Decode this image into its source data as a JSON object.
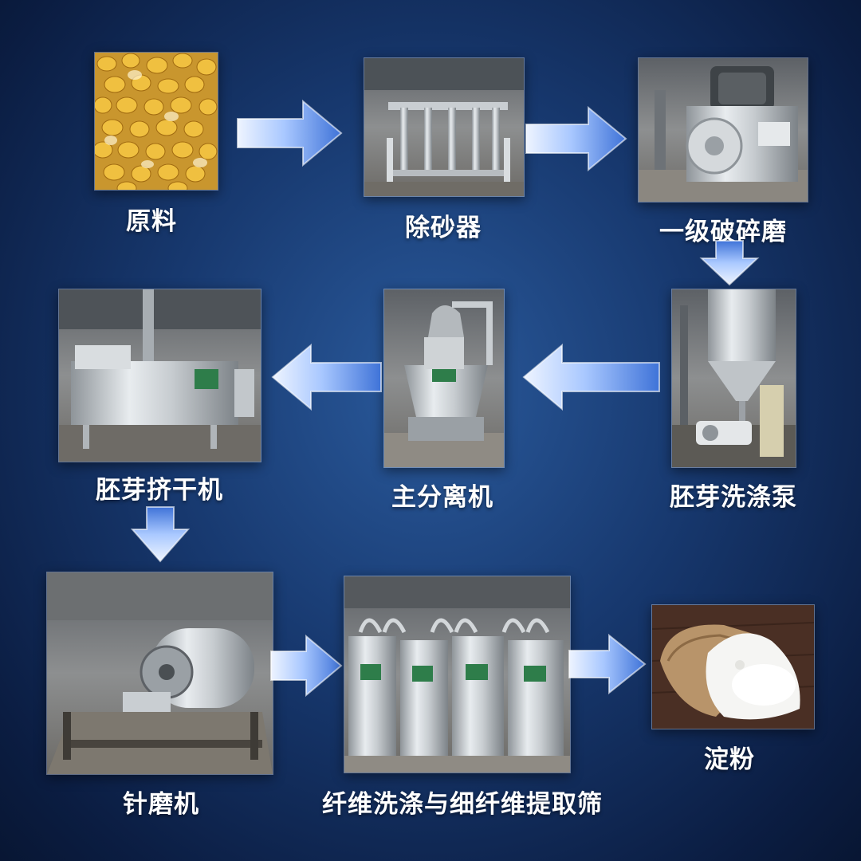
{
  "steps": [
    {
      "label": "原料",
      "image": "corn-kernels"
    },
    {
      "label": "除砂器",
      "image": "desander-machine"
    },
    {
      "label": "一级破碎磨",
      "image": "crushing-mill"
    },
    {
      "label": "胚芽洗涤泵",
      "image": "germ-washing-pump"
    },
    {
      "label": "主分离机",
      "image": "main-separator"
    },
    {
      "label": "胚芽挤干机",
      "image": "germ-squeezer"
    },
    {
      "label": "针磨机",
      "image": "pin-mill"
    },
    {
      "label": "纤维洗涤与细纤维提取筛",
      "image": "fiber-washing-screens"
    },
    {
      "label": "淀粉",
      "image": "starch-sack"
    }
  ],
  "colors": {
    "background": "#17386e",
    "arrow_light": "#ffffff",
    "arrow_mid": "#9fc4ff",
    "arrow_dark": "#3c6fd6"
  }
}
